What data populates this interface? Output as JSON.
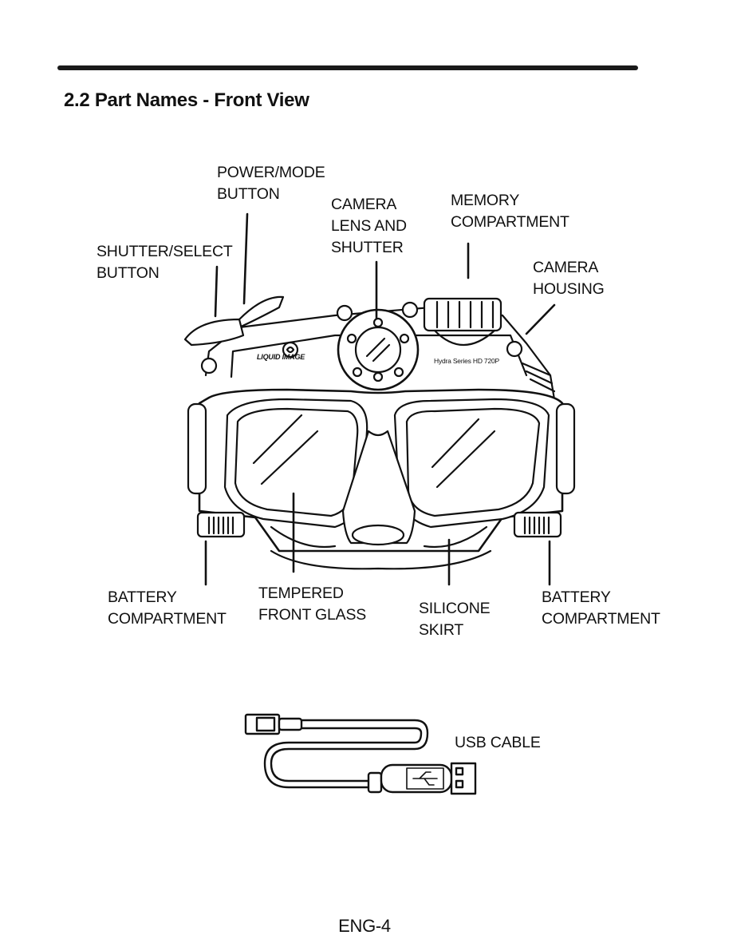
{
  "section_title": "2.2  Part Names - Front View",
  "labels": {
    "power_mode": [
      "POWER/MODE",
      "BUTTON"
    ],
    "camera_lens": [
      "CAMERA",
      "LENS AND",
      "SHUTTER"
    ],
    "memory": [
      "MEMORY",
      "COMPARTMENT"
    ],
    "shutter_select": [
      "SHUTTER/SELECT",
      "BUTTON"
    ],
    "camera_housing": [
      "CAMERA",
      "HOUSING"
    ],
    "battery_left": [
      "BATTERY",
      "COMPARTMENT"
    ],
    "tempered_glass": [
      "TEMPERED",
      "FRONT GLASS"
    ],
    "silicone_skirt": [
      "SILICONE",
      "SKIRT"
    ],
    "battery_right": [
      "BATTERY",
      "COMPARTMENT"
    ],
    "usb_cable": "USB CABLE"
  },
  "mask_branding": {
    "brand": "LIQUID IMAGE",
    "model": "Hydra Series HD 720P"
  },
  "page_number": "ENG-4"
}
